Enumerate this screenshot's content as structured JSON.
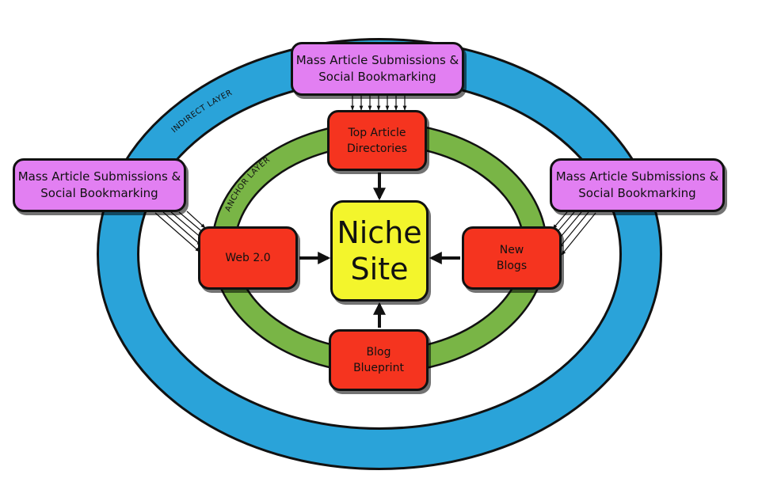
{
  "diagram": {
    "outer_ring_label": "INDIRECT LAYER",
    "inner_ring_label": "ANCHOR LAYER",
    "center": "Niche\nSite",
    "anchor_nodes": {
      "top": "Top Article\nDirectories",
      "left": "Web 2.0",
      "right": "New\nBlogs",
      "bottom": "Blog\nBlueprint"
    },
    "indirect_nodes": {
      "top": "Mass Article Submissions &\nSocial Bookmarking",
      "left": "Mass Article Submissions &\nSocial Bookmarking",
      "right": "Mass Article Submissions &\nSocial Bookmarking"
    },
    "colors": {
      "outer_ring": "#2aa3d9",
      "inner_ring": "#79b546",
      "anchor_node": "#f5341f",
      "indirect_node": "#e27ff2",
      "center_node": "#f3f52c",
      "outline": "#111111"
    }
  }
}
